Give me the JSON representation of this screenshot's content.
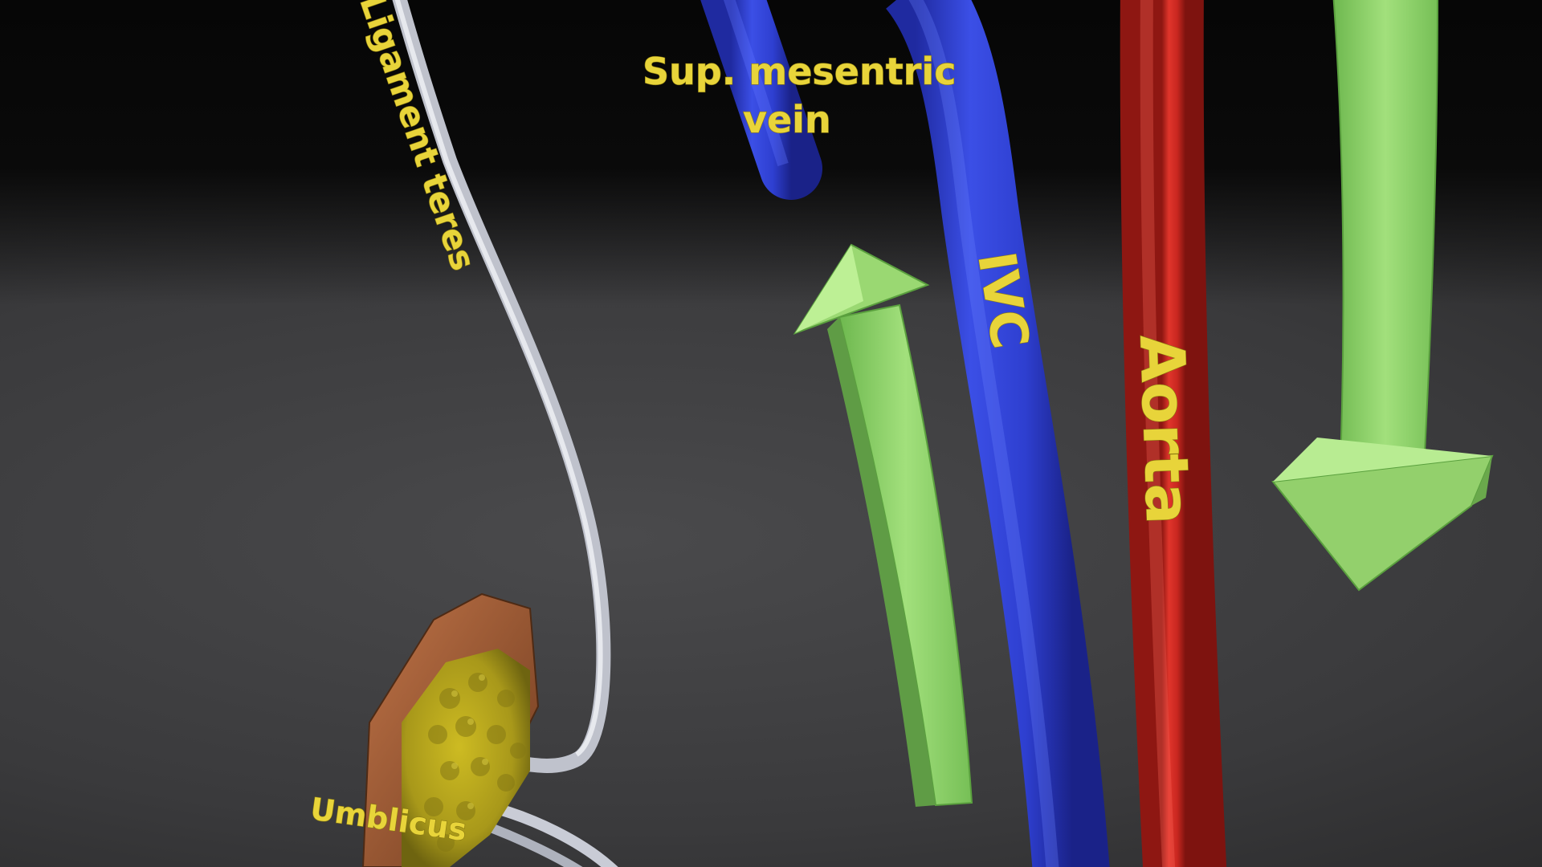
{
  "labels": {
    "ligament_teres": "Ligament teres",
    "sup_mesentric_line1": "Sup. mesentric",
    "sup_mesentric_line2": "vein",
    "ivc": "IVC",
    "aorta": "Aorta",
    "umbilicus": "Umblicus"
  },
  "colors": {
    "label": "#e8d43a",
    "vein": "#2f3fd0",
    "aorta": "#cf2a22",
    "arrow": "#8fd46a",
    "ligament": "#d8d8e0",
    "umbilicus_fat": "#b9a818",
    "umbilicus_rim": "#9a5a32"
  }
}
